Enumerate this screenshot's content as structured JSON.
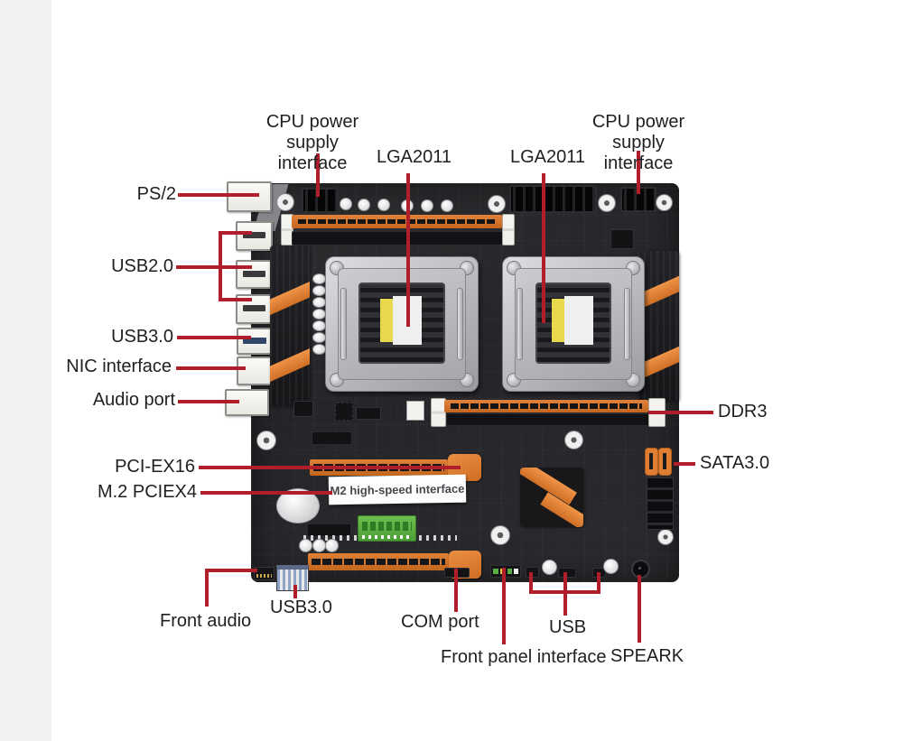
{
  "page": {
    "background": "#ffffff",
    "left_strip_color": "#f1f1f2"
  },
  "colors": {
    "annotation_red": "#b01e2c",
    "pcb_dark": "#29292c",
    "slot_orange": "#d8772f",
    "heatsink_black": "#1b1b1e",
    "socket_metal": "#c0c1c6",
    "cpu_sticker_yellow": "#e7d84e",
    "m2_header_green": "#63b54a",
    "usb3_front_header_blue": "#8fa3c4",
    "io_port_white": "#f5f4f0"
  },
  "annotations": {
    "cpu_power_left": {
      "text": "CPU power supply interface"
    },
    "lga2011_left": {
      "text": "LGA2011"
    },
    "lga2011_right": {
      "text": "LGA2011"
    },
    "cpu_power_right": {
      "text": "CPU power supply interface"
    },
    "ps2": {
      "text": "PS/2"
    },
    "usb20": {
      "text": "USB2.0"
    },
    "usb30_left": {
      "text": "USB3.0"
    },
    "nic": {
      "text": "NIC interface"
    },
    "audio_port": {
      "text": "Audio port"
    },
    "pci_ex16": {
      "text": "PCI-EX16"
    },
    "m2_pciex4": {
      "text": "M.2 PCIEX4"
    },
    "ddr3": {
      "text": "DDR3"
    },
    "sata30": {
      "text": "SATA3.0"
    },
    "front_audio": {
      "text": "Front audio"
    },
    "usb30_bottom": {
      "text": "USB3.0"
    },
    "com_port": {
      "text": "COM port"
    },
    "usb": {
      "text": "USB"
    },
    "front_panel": {
      "text": "Front panel interface"
    },
    "speark": {
      "text": "SPEARK"
    }
  },
  "board": {
    "m2_sticker_text": "M2 high-speed interface"
  }
}
